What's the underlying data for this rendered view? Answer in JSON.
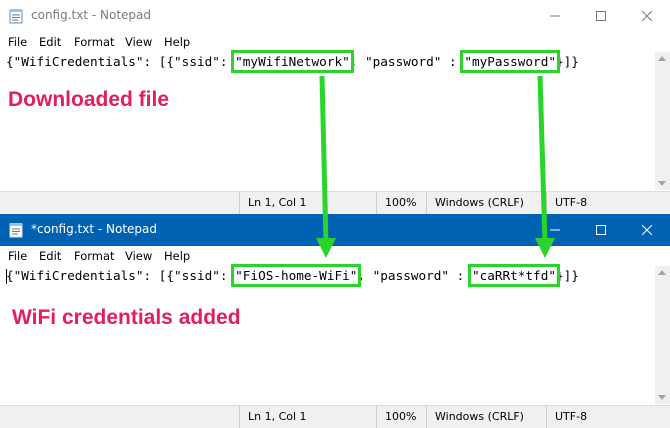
{
  "windows": [
    {
      "title": "config.txt - Notepad",
      "active": false,
      "menu": [
        "File",
        "Edit",
        "Format",
        "View",
        "Help"
      ],
      "content": {
        "prefix": "{\"WifiCredentials\": [{\"ssid\": ",
        "ssid": "\"myWifiNetwork\"",
        "middle": ", \"password\" : ",
        "password": "\"myPassword\"",
        "suffix": "}]}"
      },
      "status": {
        "position": "Ln 1, Col 1",
        "zoom": "100%",
        "line_endings": "Windows (CRLF)",
        "encoding": "UTF-8"
      }
    },
    {
      "title": "*config.txt - Notepad",
      "active": true,
      "menu": [
        "File",
        "Edit",
        "Format",
        "View",
        "Help"
      ],
      "content": {
        "prefix": "{\"WifiCredentials\": [{\"ssid\": ",
        "ssid": "\"FiOS-home-WiFi\"",
        "middle": ", \"password\" : ",
        "password": "\"caRRt*tfd\"",
        "suffix": "}]}"
      },
      "status": {
        "position": "Ln 1, Col 1",
        "zoom": "100%",
        "line_endings": "Windows (CRLF)",
        "encoding": "UTF-8"
      }
    }
  ],
  "annotations": {
    "top_label": "Downloaded file",
    "bottom_label": "WiFi credentials added"
  },
  "icons": {
    "app": "notepad-icon",
    "minimize": "minimize-icon",
    "maximize": "maximize-icon",
    "close": "close-icon",
    "arrow": "arrow-down-icon"
  },
  "colors": {
    "active_titlebar": "#0062b2",
    "highlight": "#2bd42b",
    "annotation_text": "#e31e5a"
  }
}
